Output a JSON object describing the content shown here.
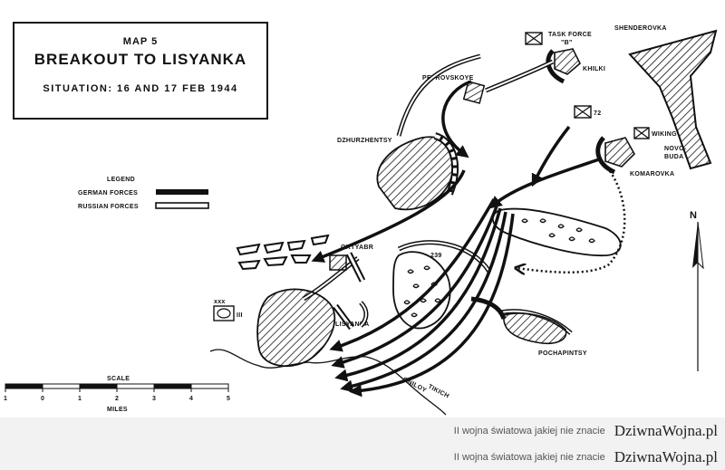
{
  "map": {
    "title_line1": "MAP 5",
    "title_line2": "BREAKOUT TO LISYANKA",
    "title_line3": "SITUATION: 16 AND 17 FEB 1944",
    "legend": {
      "heading": "LEGEND",
      "german": "GERMAN FORCES",
      "russian": "RUSSIAN FORCES"
    },
    "places": {
      "task_force": "TASK FORCE",
      "task_force_b": "\"B\"",
      "khilki": "KHILKI",
      "shenderovka": "SHENDEROVKA",
      "petrovskoye": "PETROVSKOYE",
      "dzhurzhentsy": "DZHURZHENTSY",
      "unit_72": "72",
      "wiking": "WIKING",
      "novo": "NOVO-",
      "buda": "BUDA",
      "komarovka": "KOMAROVKA",
      "oktyabr": "OKTYABR",
      "hill": "239",
      "lisyanka": "LISYANKA",
      "pochapintsy": "POCHAPINTSY",
      "unit_iii": "III",
      "river1": "GNILOY",
      "river2": "TIKICH"
    },
    "north": "N",
    "scale": {
      "label": "SCALE",
      "ticks": [
        "1",
        "0",
        "1",
        "2",
        "3",
        "4",
        "5"
      ],
      "units": "MILES"
    }
  },
  "watermark": {
    "tagline": "II wojna światowa jakiej nie znacie",
    "brand": "DziwnaWojna.pl"
  }
}
